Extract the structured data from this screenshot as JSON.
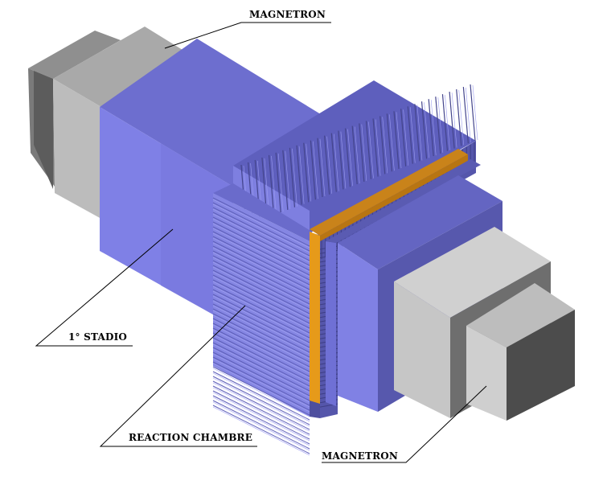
{
  "labels": {
    "magnetron_top": "MAGNETRON",
    "stadio": "1° STADIO",
    "reaction_chamber": "REACTION CHAMBRE",
    "magnetron_bottom": "MAGNETRON"
  },
  "colors": {
    "body_front": "#7f80e6",
    "body_top": "#6d6ecf",
    "body_side": "#5b5cb4",
    "fins_light": "#8a8be8",
    "fins_dark": "#4e4f9e",
    "orange_band": "#e69a1a",
    "orange_dark": "#b87512",
    "gray_light": "#c9c9c9",
    "gray_mid": "#a6a6a6",
    "gray_dark": "#6e6e6e",
    "gray_darker": "#4c4c4c"
  }
}
